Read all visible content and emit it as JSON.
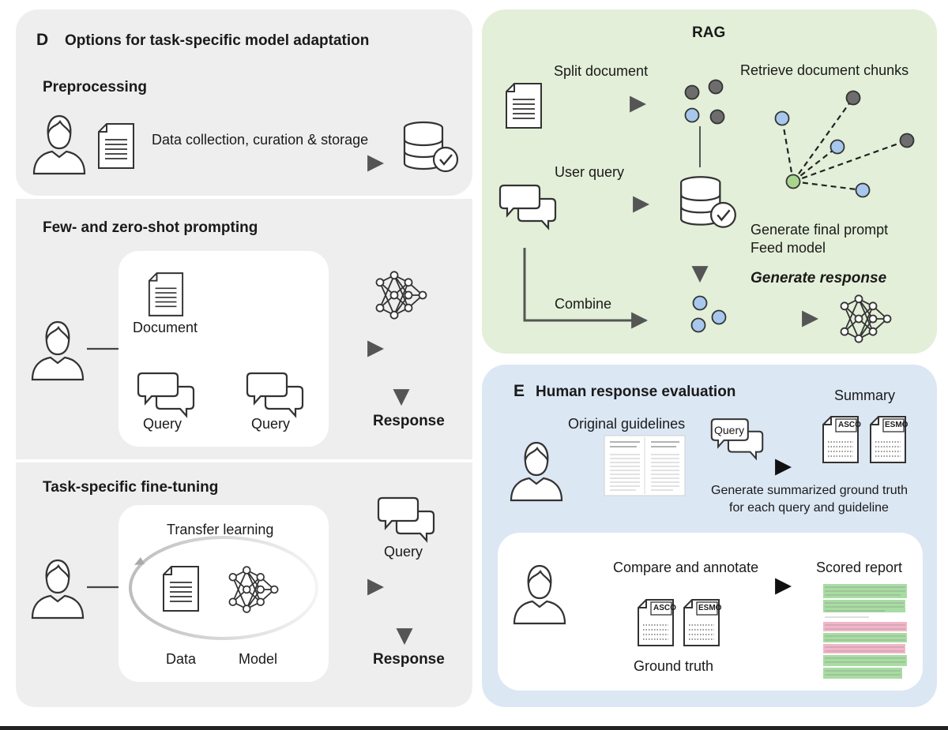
{
  "colors": {
    "panel_grey": "#eeeeee",
    "panel_green": "#e3efd8",
    "panel_blue": "#dce7f4",
    "node_blue": "#a7c8ec",
    "node_dark": "#6d6d6d",
    "node_green": "#a9d48f",
    "highlight_green": "#a8dca3",
    "highlight_pink": "#f2b6c8"
  },
  "panel_d": {
    "letter": "D",
    "title": "Options for task-specific model adaptation",
    "preprocessing": {
      "heading": "Preprocessing",
      "step_label": "Data collection, curation & storage"
    },
    "prompting": {
      "heading": "Few- and zero-shot prompting",
      "document_label": "Document",
      "query_label_1": "Query",
      "query_label_2": "Query",
      "response_label": "Response"
    },
    "finetuning": {
      "heading": "Task-specific fine-tuning",
      "transfer_label": "Transfer learning",
      "data_label": "Data",
      "model_label": "Model",
      "query_label": "Query",
      "response_label": "Response"
    }
  },
  "panel_rag": {
    "title": "RAG",
    "split_label": "Split document",
    "user_query_label": "User query",
    "retrieve_label": "Retrieve document chunks",
    "prompt_line1": "Generate final prompt",
    "prompt_line2": "Feed model",
    "generate_label": "Generate response",
    "combine_label": "Combine"
  },
  "panel_e": {
    "letter": "E",
    "title": "Human response evaluation",
    "original_label": "Original guidelines",
    "query_label": "Query",
    "summary_label": "Summary",
    "asco": "ASCO",
    "esmo": "ESMO",
    "generate_line1": "Generate summarized ground truth",
    "generate_line2": "for each query and guideline",
    "compare_label": "Compare and annotate",
    "ground_truth_label": "Ground truth",
    "scored_report_label": "Scored report"
  }
}
